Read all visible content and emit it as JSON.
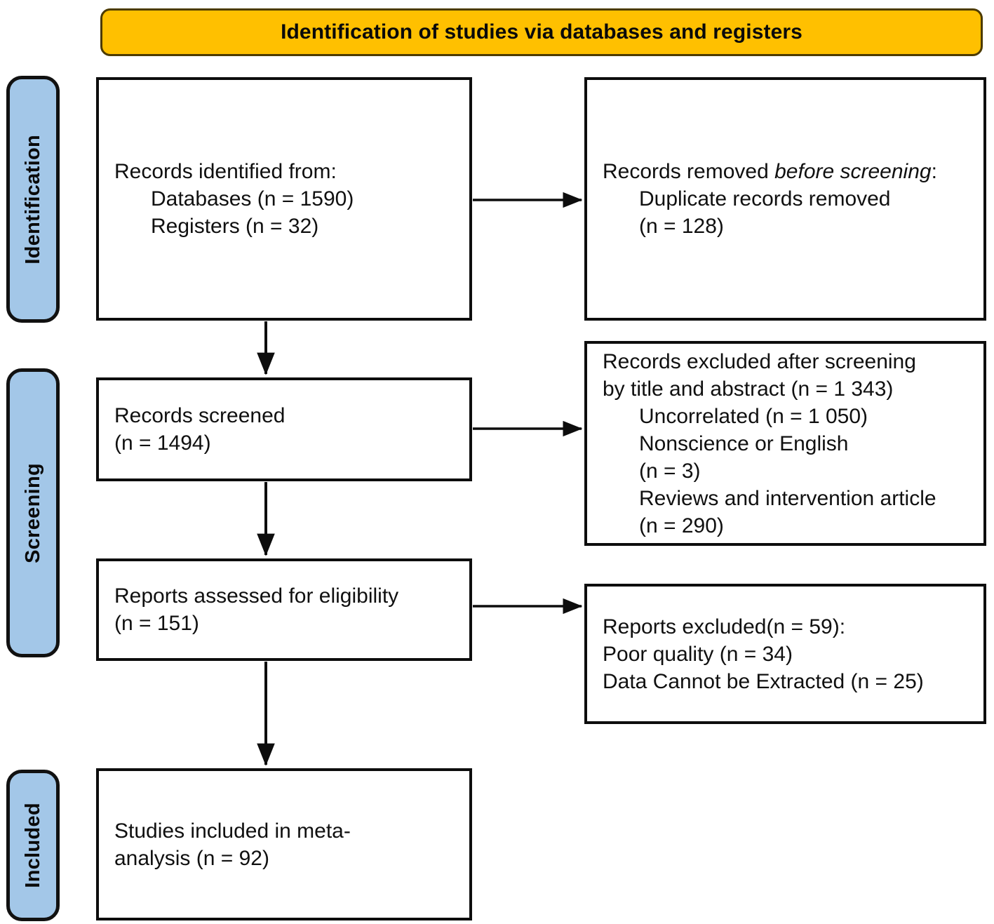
{
  "header": {
    "title": "Identification of studies via databases and registers",
    "background_color": "#FFC000",
    "text_color": "#000000"
  },
  "stages": [
    {
      "id": "identification",
      "label": "Identification",
      "color": "#A3C7E8"
    },
    {
      "id": "screening",
      "label": "Screening",
      "color": "#A3C7E8"
    },
    {
      "id": "included",
      "label": "Included",
      "color": "#A3C7E8"
    }
  ],
  "boxes": {
    "identified": {
      "name": "records-identified",
      "line1": "Records identified from:",
      "line2": "Databases (n = 1590)",
      "line3": "Registers (n = 32)"
    },
    "removed": {
      "name": "records-removed-before-screening",
      "line1_plain": "Records removed ",
      "line1_italic": "before screening",
      "line1_tail": ":",
      "line2": "Duplicate records removed",
      "line3": "(n = 128)"
    },
    "screened": {
      "name": "records-screened",
      "line1": "Records screened",
      "line2": "(n = 1494)"
    },
    "excluded_screening": {
      "name": "records-excluded-after-screening",
      "line1": "Records excluded after screening",
      "line2": "by title and abstract (n = 1 343)",
      "line3": "Uncorrelated (n = 1 050)",
      "line4": "Nonscience or English",
      "line5": "(n = 3)",
      "line6": "Reviews and intervention article",
      "line7": "(n = 290)"
    },
    "assessed": {
      "name": "reports-assessed-for-eligibility",
      "line1": "Reports assessed for eligibility",
      "line2": "(n = 151)"
    },
    "excluded_reports": {
      "name": "reports-excluded",
      "line1": "Reports excluded(n = 59):",
      "line2": "Poor quality (n = 34)",
      "line3": "Data Cannot be Extracted (n = 25)"
    },
    "included": {
      "name": "studies-included",
      "line1": "Studies included in meta-",
      "line2": "analysis (n = 92)"
    }
  },
  "chart_data": {
    "type": "diagram",
    "title": "Identification of studies via databases and registers",
    "diagram_kind": "PRISMA 2020 flow diagram",
    "counts": {
      "databases": 1590,
      "registers": 32,
      "duplicate_records_removed": 128,
      "records_screened": 1494,
      "records_excluded_title_abstract": 1343,
      "excluded_uncorrelated": 1050,
      "excluded_nonscience_or_english": 3,
      "excluded_reviews_and_intervention_article": 290,
      "reports_assessed_for_eligibility": 151,
      "reports_excluded": 59,
      "excluded_poor_quality": 34,
      "excluded_data_cannot_be_extracted": 25,
      "studies_included_in_meta_analysis": 92
    }
  }
}
